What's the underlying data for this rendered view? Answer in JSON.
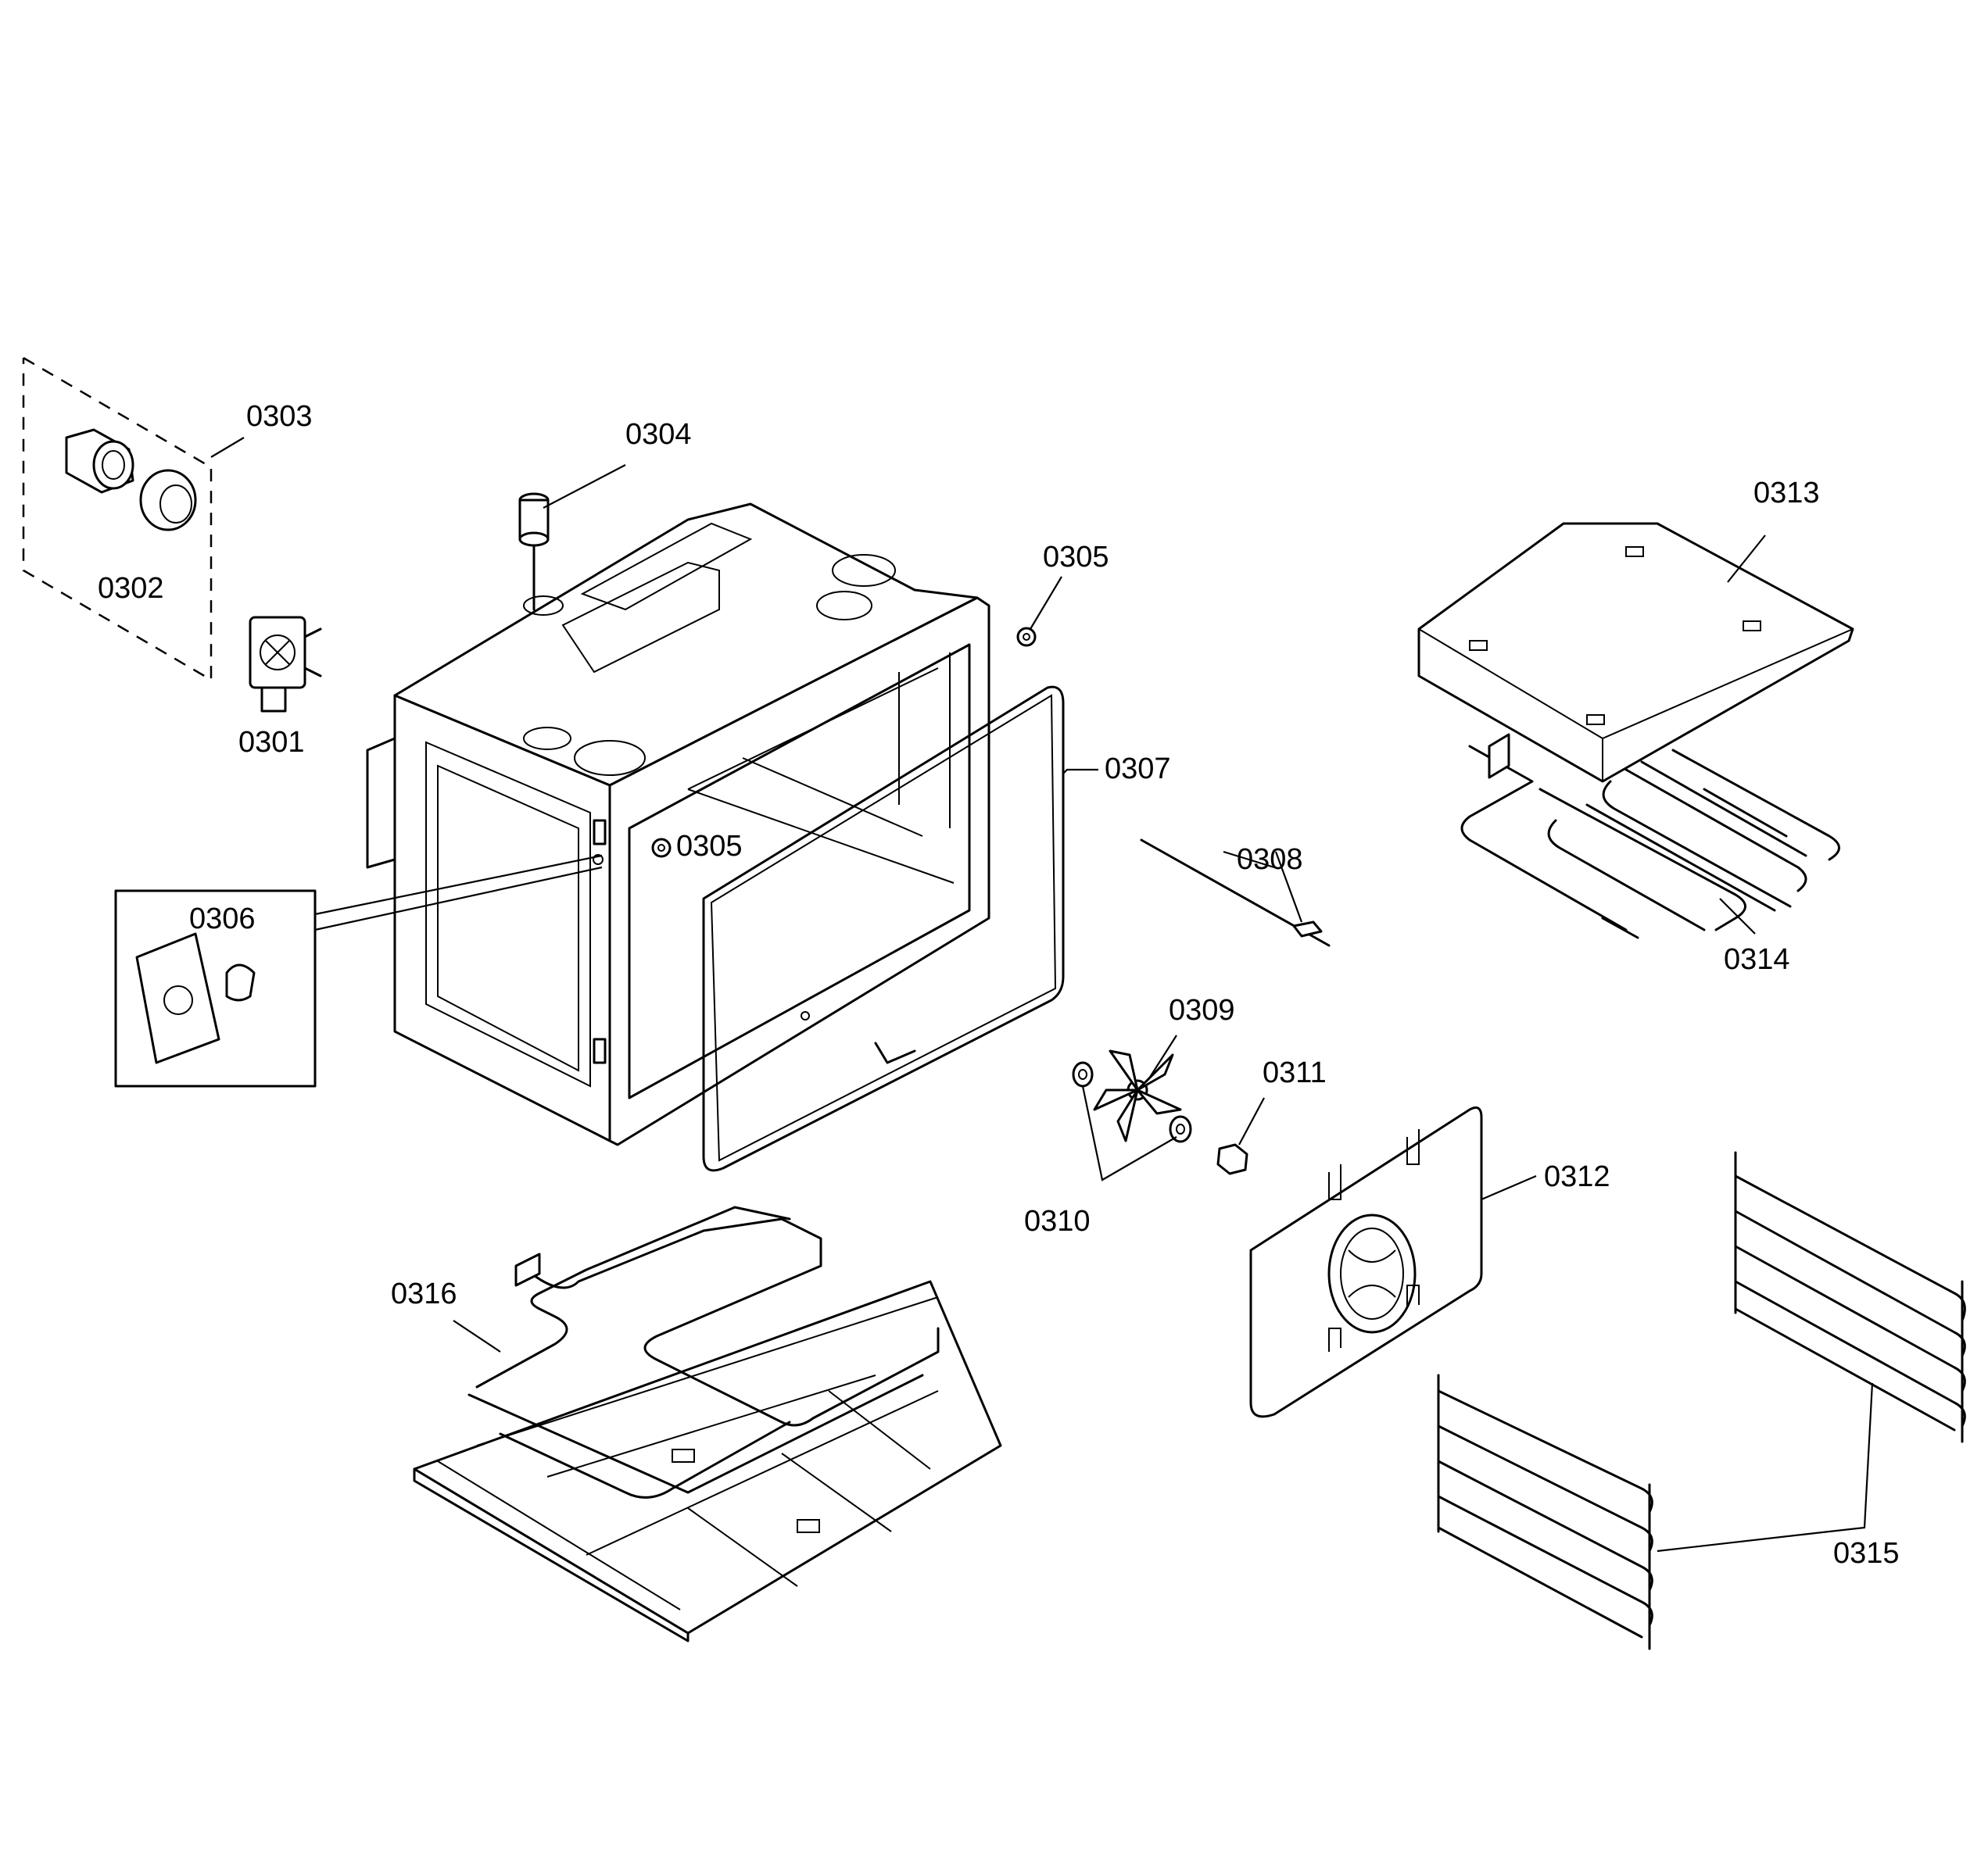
{
  "parts": {
    "p0301": "0301",
    "p0302": "0302",
    "p0303": "0303",
    "p0304": "0304",
    "p0305a": "0305",
    "p0305b": "0305",
    "p0306": "0306",
    "p0307": "0307",
    "p0308": "0308",
    "p0309": "0309",
    "p0310": "0310",
    "p0311": "0311",
    "p0312": "0312",
    "p0313": "0313",
    "p0314": "0314",
    "p0315": "0315",
    "p0316": "0316"
  }
}
